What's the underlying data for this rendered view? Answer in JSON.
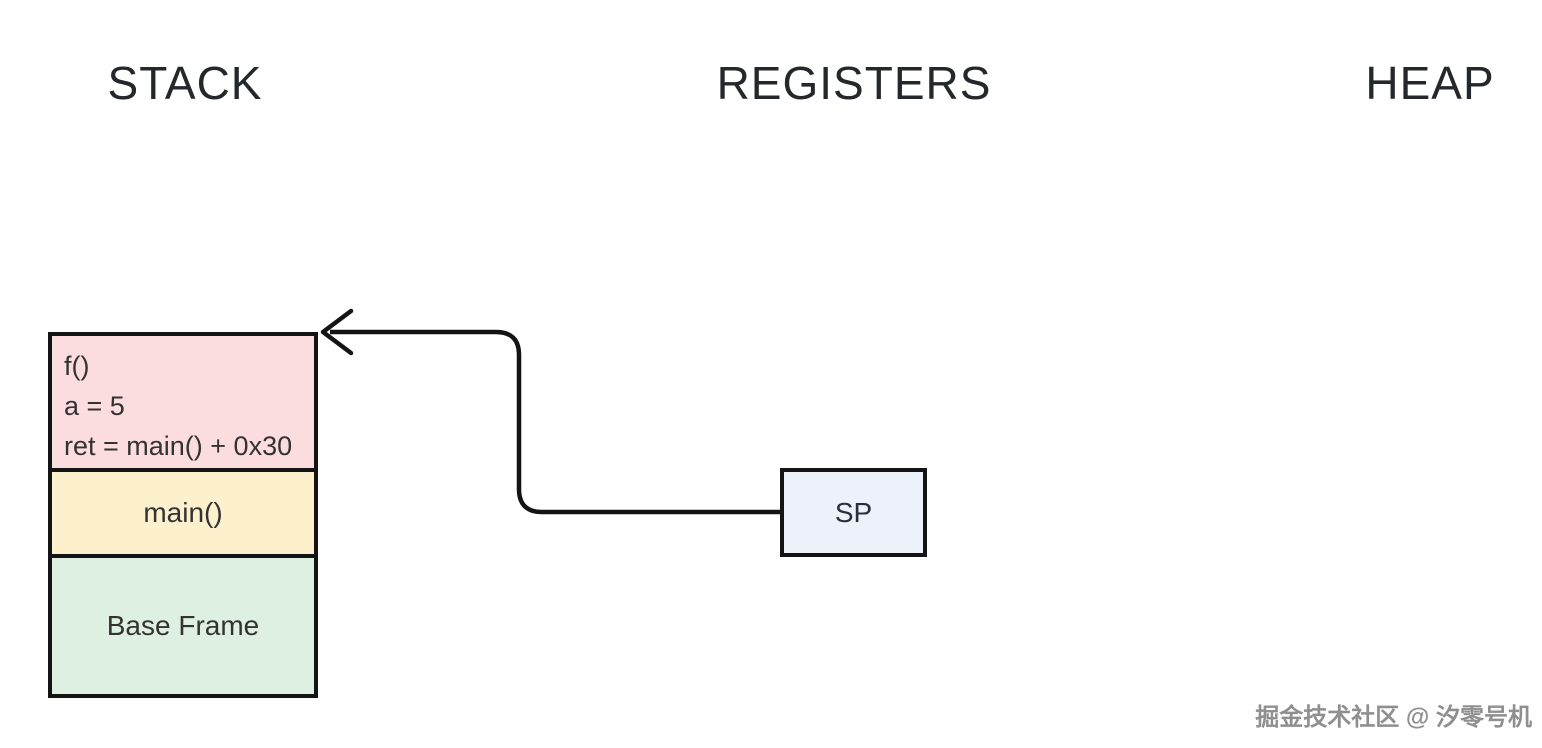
{
  "headers": {
    "stack": "STACK",
    "registers": "REGISTERS",
    "heap": "HEAP"
  },
  "stack_frames": [
    {
      "id": "f-frame",
      "fill": "#fbdcdf",
      "lines": [
        "f()",
        "a = 5",
        "ret = main() + 0x30"
      ]
    },
    {
      "id": "main-frame",
      "fill": "#fdf0cd",
      "lines": [
        "main()"
      ]
    },
    {
      "id": "base-frame",
      "fill": "#def0e1",
      "lines": [
        "Base Frame"
      ]
    }
  ],
  "registers": {
    "sp_label": "SP"
  },
  "watermark": "掘金技术社区 @ 汐零号机",
  "colors": {
    "border": "#141414",
    "arrow": "#141414",
    "frame_pink": "#fbdcdf",
    "frame_yellow": "#fdf0cd",
    "frame_green": "#def0e1",
    "sp_box_fill": "#edf1f9",
    "heading_text": "#24272c",
    "frame_text": "#333333",
    "watermark_text": "#8f8f8f"
  }
}
